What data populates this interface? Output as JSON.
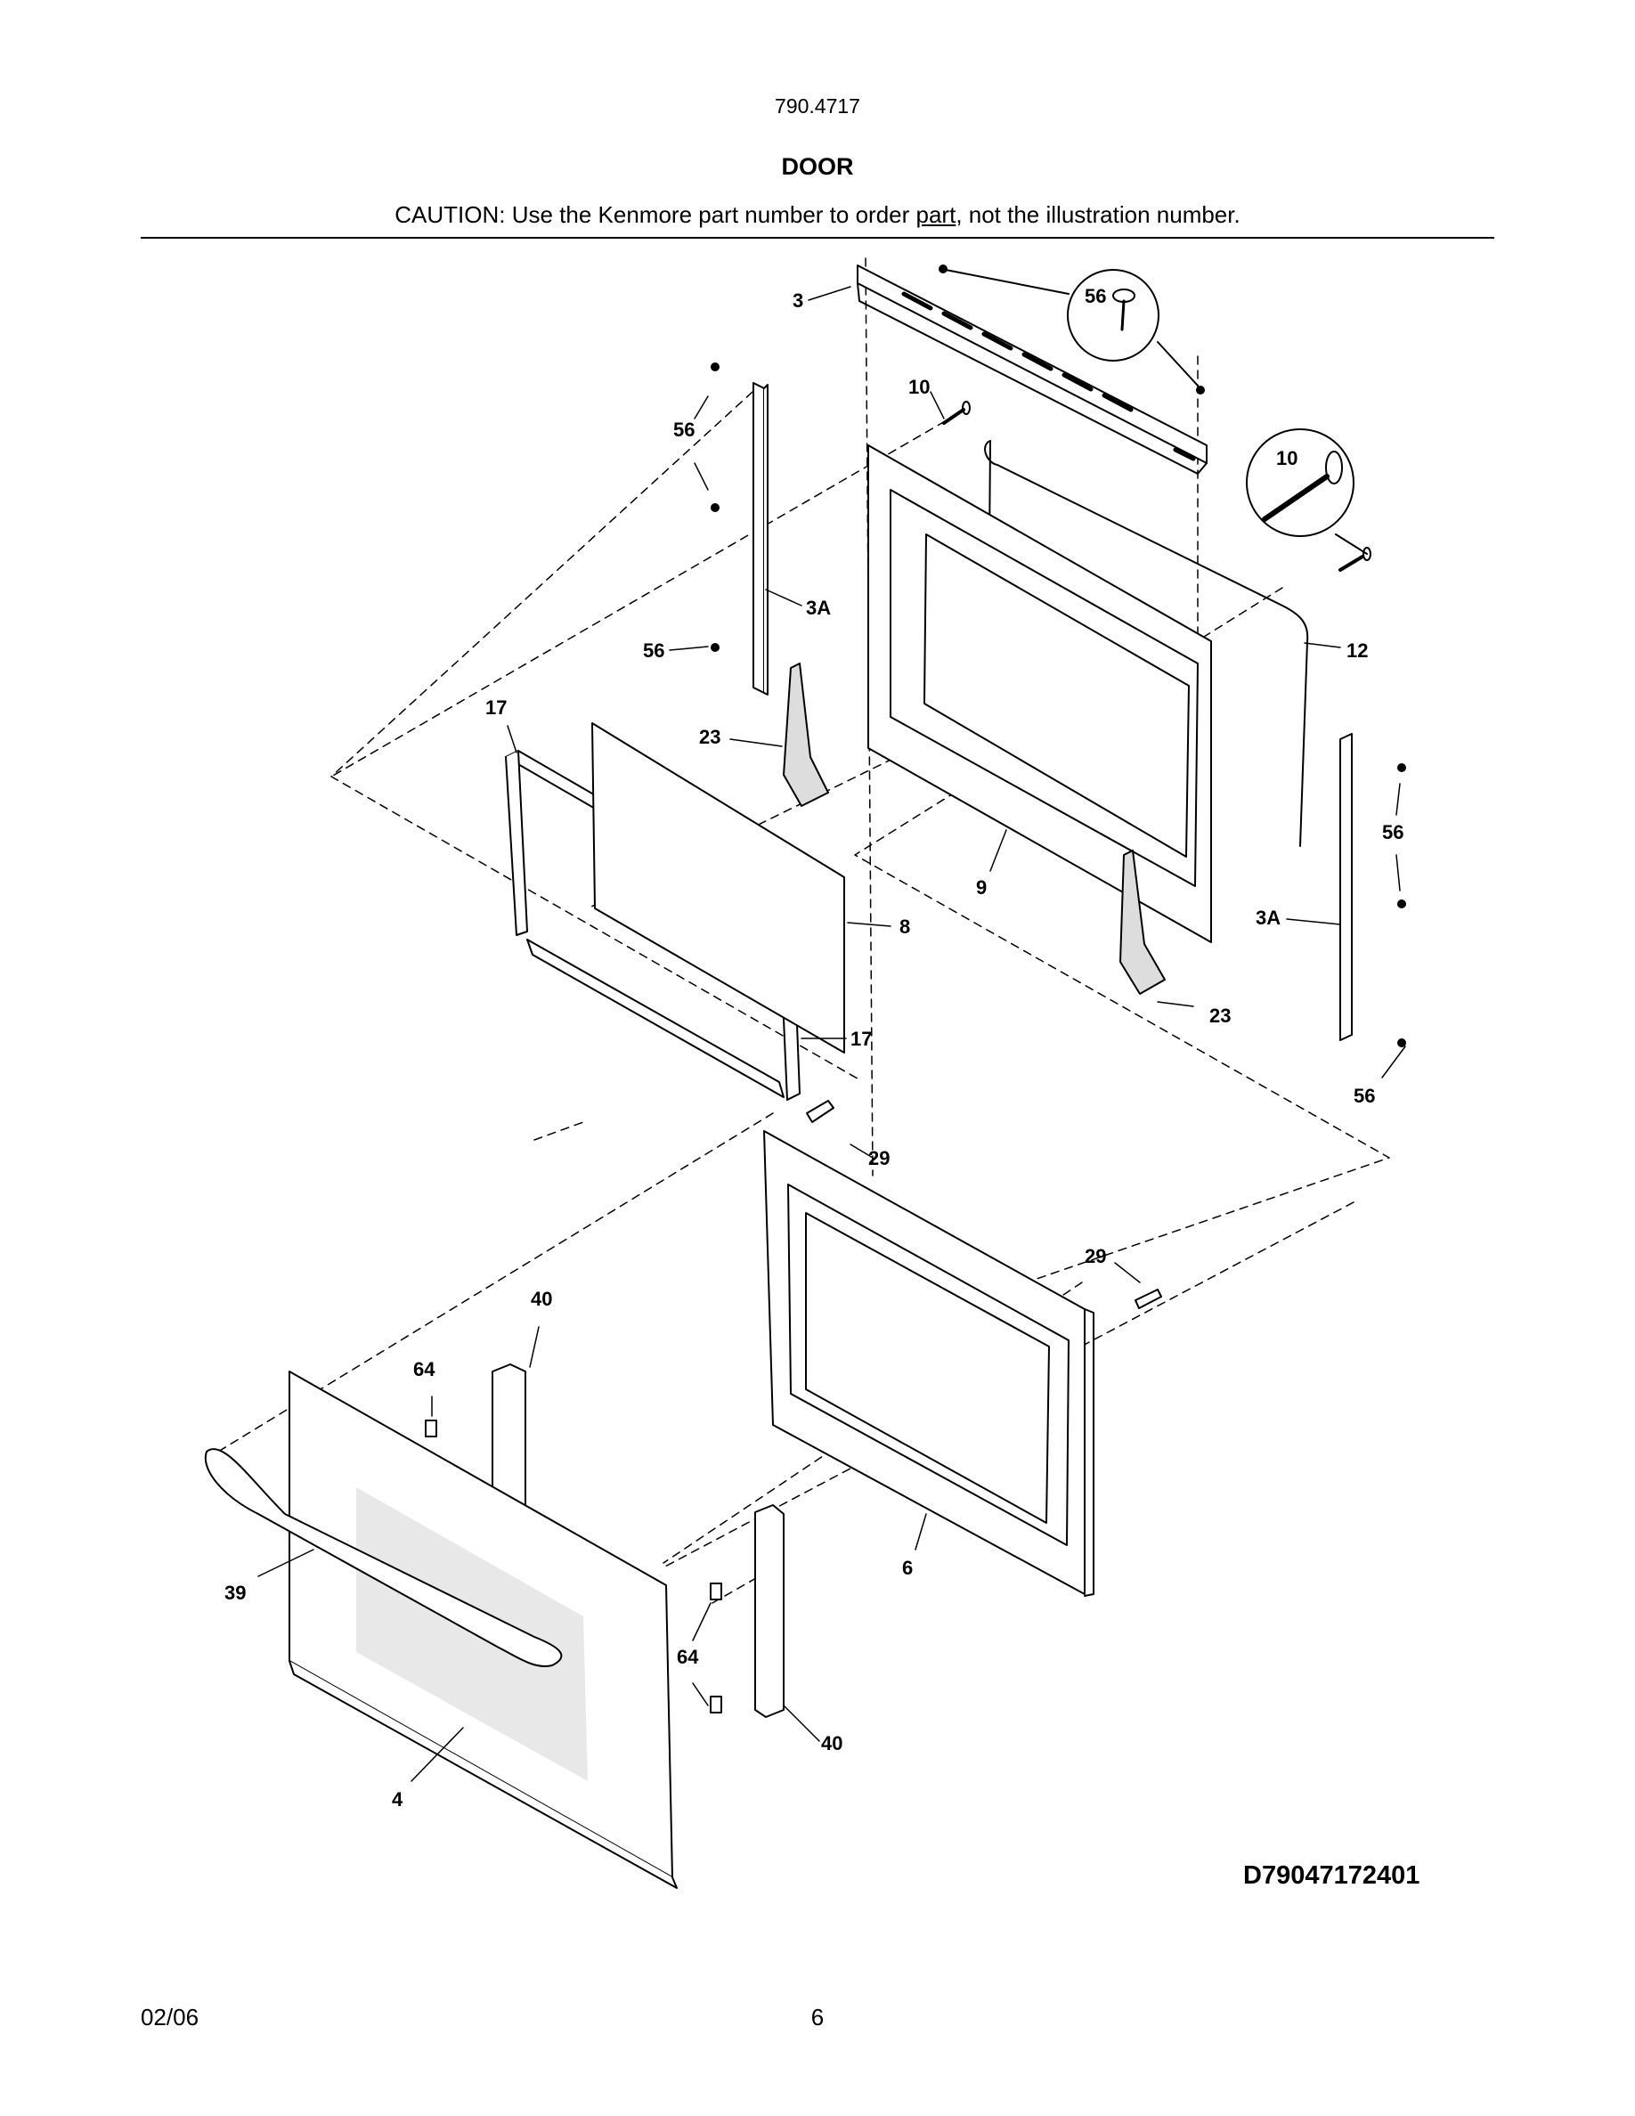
{
  "header": {
    "model": "790.4717",
    "title": "DOOR",
    "caution_prefix": "CAUTION: Use the Kenmore part number to order ",
    "caution_link": "part",
    "caution_suffix": ", not the illustration number."
  },
  "callouts": [
    {
      "id": "c-3",
      "text": "3"
    },
    {
      "id": "c-56-detail",
      "text": "56"
    },
    {
      "id": "c-10",
      "text": "10"
    },
    {
      "id": "c-10-detail",
      "text": "10"
    },
    {
      "id": "c-56-a",
      "text": "56"
    },
    {
      "id": "c-3a-left",
      "text": "3A"
    },
    {
      "id": "c-56-b",
      "text": "56"
    },
    {
      "id": "c-12",
      "text": "12"
    },
    {
      "id": "c-17-top",
      "text": "17"
    },
    {
      "id": "c-23-left",
      "text": "23"
    },
    {
      "id": "c-56-c",
      "text": "56"
    },
    {
      "id": "c-9",
      "text": "9"
    },
    {
      "id": "c-3a-right",
      "text": "3A"
    },
    {
      "id": "c-8",
      "text": "8"
    },
    {
      "id": "c-17-bottom",
      "text": "17"
    },
    {
      "id": "c-23-right",
      "text": "23"
    },
    {
      "id": "c-56-d",
      "text": "56"
    },
    {
      "id": "c-29-top",
      "text": "29"
    },
    {
      "id": "c-29-right",
      "text": "29"
    },
    {
      "id": "c-40-top",
      "text": "40"
    },
    {
      "id": "c-64-top",
      "text": "64"
    },
    {
      "id": "c-39",
      "text": "39"
    },
    {
      "id": "c-6",
      "text": "6"
    },
    {
      "id": "c-64-bottom",
      "text": "64"
    },
    {
      "id": "c-40-bottom",
      "text": "40"
    },
    {
      "id": "c-4",
      "text": "4"
    }
  ],
  "diagram_id": "D79047172401",
  "footer": {
    "date": "02/06",
    "page": "6"
  }
}
